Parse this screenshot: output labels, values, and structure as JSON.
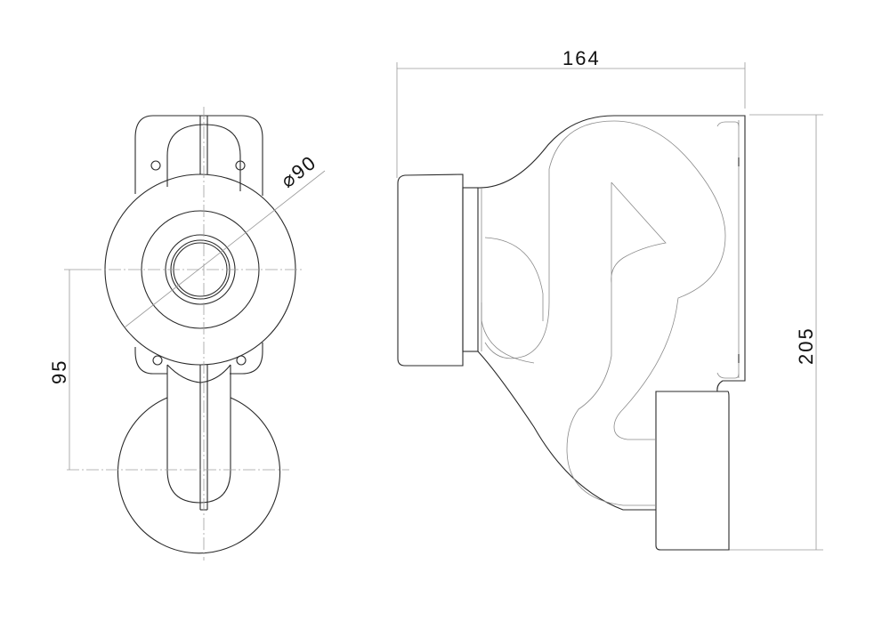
{
  "drawing": {
    "type": "technical-drawing",
    "subject": "wall-mounted siphon trap (front and side views)",
    "stroke_color": "#2a2a2a",
    "dimension_color": "#9a9a9a",
    "background": "#ffffff"
  },
  "front_view": {
    "diameter_label": "⌀90",
    "vertical_offset_label": "95"
  },
  "side_view": {
    "width_label": "164",
    "height_label": "205"
  }
}
